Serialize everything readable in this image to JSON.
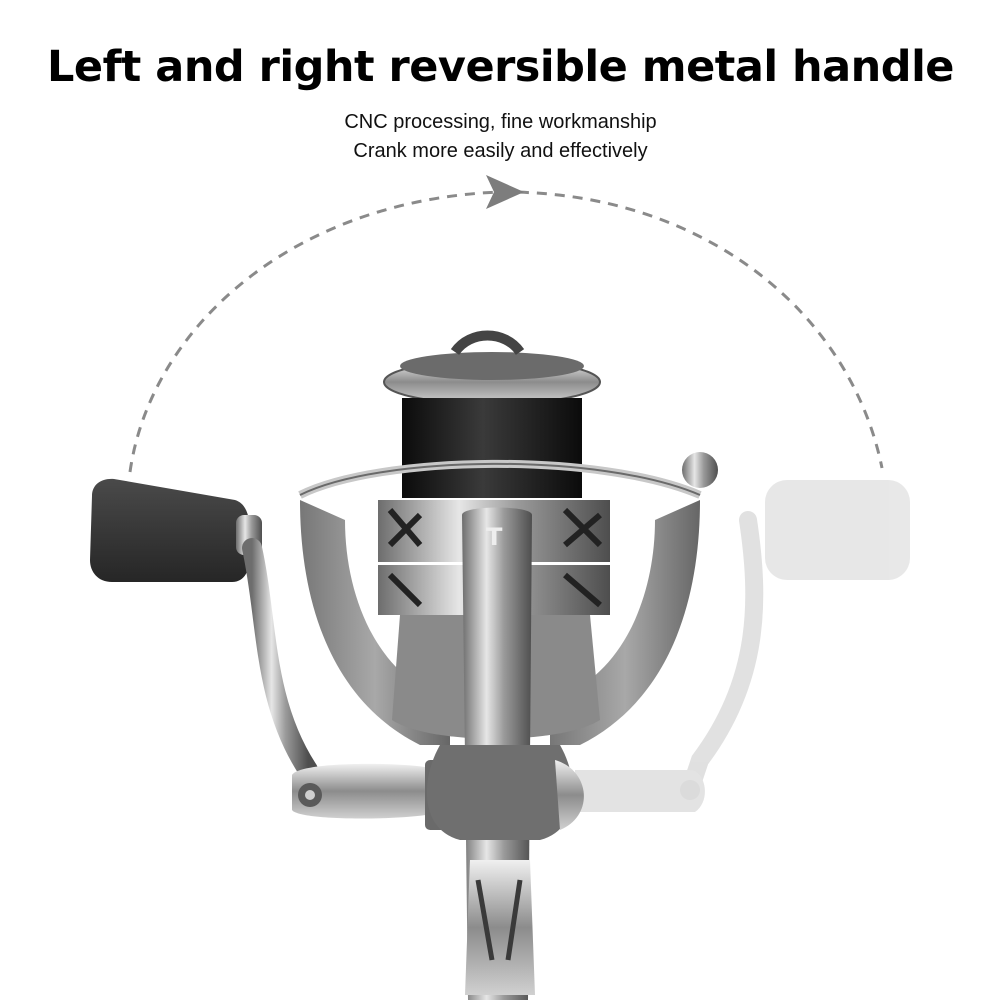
{
  "headline": "Left and right reversible metal handle",
  "subtitle_lines": [
    "CNC processing, fine workmanship",
    "Crank more easily and effectively"
  ],
  "reel_logo_text": "T",
  "colors": {
    "text": "#000000",
    "arc_dash": "#8a8a8a",
    "knob": "#3a3a3a",
    "knob_ghost": "#dedede",
    "metal_light": "#d9d9d9",
    "metal_dark": "#5f5f5f",
    "spool_black": "#1a1a1a"
  },
  "icons": [
    "rotation-arc-arrow",
    "fishing-reel"
  ]
}
